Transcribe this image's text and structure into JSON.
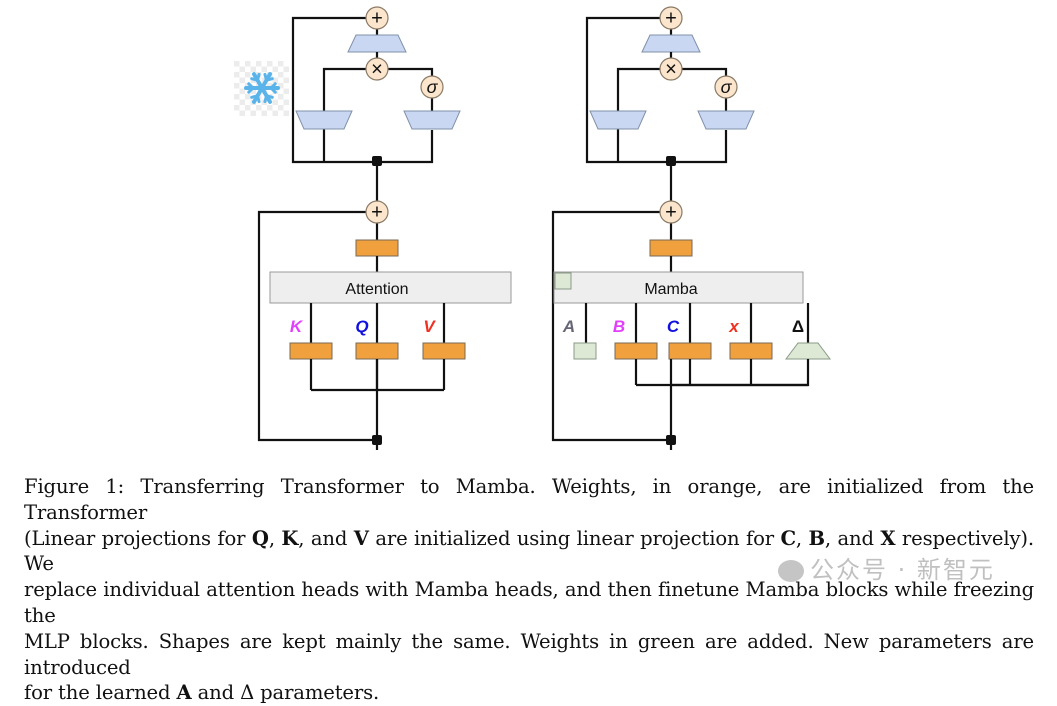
{
  "figure": {
    "left_block": {
      "name": "Transformer",
      "mixer_label": "Attention",
      "inputs": [
        {
          "label": "K",
          "color": "#e040fb"
        },
        {
          "label": "Q",
          "color": "#1010e0"
        },
        {
          "label": "V",
          "color": "#f03020"
        }
      ],
      "frozen_icon": "snowflake-icon",
      "mlp_ops": {
        "add": "+",
        "mul": "×",
        "gate": "σ"
      }
    },
    "right_block": {
      "name": "Mamba",
      "mixer_label": "Mamba",
      "inputs": [
        {
          "label": "A",
          "color": "#666677"
        },
        {
          "label": "B",
          "color": "#e040fb"
        },
        {
          "label": "C",
          "color": "#1010e0"
        },
        {
          "label": "x",
          "color": "#f03020"
        },
        {
          "label": "Δ",
          "color": "#111111"
        }
      ],
      "mlp_ops": {
        "add": "+",
        "mul": "×",
        "gate": "σ"
      }
    },
    "colors": {
      "orange_weight": "#f0a03c",
      "green_weight": "#dde8d5",
      "blue_projection": "#c9d7f2",
      "op_circle": "#fbe5cc",
      "mixer_box": "#eeeeee",
      "snowflake": "#5ab4ea"
    }
  },
  "caption": {
    "lines": [
      {
        "parts": [
          {
            "t": "Figure 1: Transferring Transformer to Mamba.  Weights, in orange, are initialized from the Transformer"
          }
        ]
      },
      {
        "parts": [
          {
            "t": "(Linear projections for "
          },
          {
            "t": "Q",
            "b": true
          },
          {
            "t": ", "
          },
          {
            "t": "K",
            "b": true
          },
          {
            "t": ", and "
          },
          {
            "t": "V",
            "b": true
          },
          {
            "t": " are initialized using linear projection for "
          },
          {
            "t": "C",
            "b": true
          },
          {
            "t": ", "
          },
          {
            "t": "B",
            "b": true
          },
          {
            "t": ", and "
          },
          {
            "t": "X",
            "b": true
          },
          {
            "t": " respectively).  We"
          }
        ]
      },
      {
        "parts": [
          {
            "t": "replace individual attention heads with Mamba heads, and then finetune Mamba blocks while freezing the"
          }
        ]
      },
      {
        "parts": [
          {
            "t": "MLP blocks. Shapes are kept mainly the same. Weights in green are added. New parameters are introduced"
          }
        ]
      },
      {
        "parts": [
          {
            "t": "for the learned "
          },
          {
            "t": "A",
            "b": true
          },
          {
            "t": " and Δ parameters."
          }
        ]
      }
    ]
  },
  "watermark": {
    "text": "公众号 · 新智元"
  }
}
